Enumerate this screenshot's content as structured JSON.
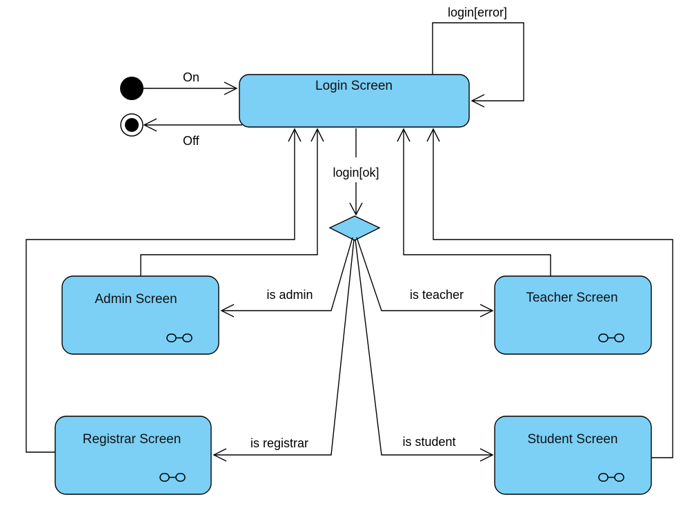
{
  "diagram": {
    "type": "state-machine",
    "states": {
      "login": "Login Screen",
      "admin": "Admin Screen",
      "teacher": "Teacher Screen",
      "registrar": "Registrar Screen",
      "student": "Student Screen"
    },
    "transitions": {
      "on": "On",
      "off": "Off",
      "login_error": "login[error]",
      "login_ok": "login[ok]",
      "is_admin": "is admin",
      "is_teacher": "is teacher",
      "is_registrar": "is registrar",
      "is_student": "is student"
    },
    "pseudostates": {
      "initial": "initial-node",
      "final": "final-node",
      "decision": "decision-node"
    }
  },
  "colors": {
    "state_fill": "#7ccff5",
    "stroke": "#000000",
    "background": "#ffffff"
  },
  "icons": {
    "submachine": "link-icon"
  }
}
